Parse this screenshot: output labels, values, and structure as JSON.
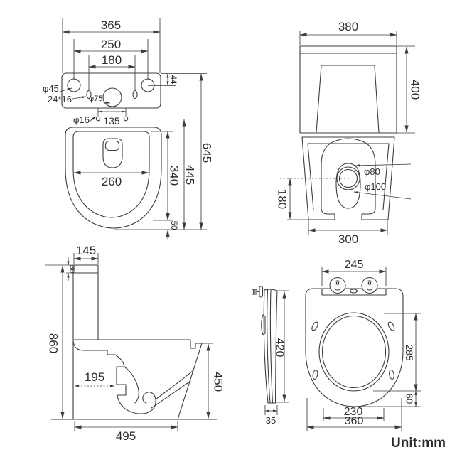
{
  "unit_label": "Unit:mm",
  "views": {
    "plan": {
      "overall_width": "365",
      "tank_hole_spacing": "250",
      "tank_hole_spacing_inner": "180",
      "hole_edge_offset": "44",
      "side_hole_dia": "φ45",
      "slot_size": "24*16",
      "center_hole_dia": "φ75",
      "fix_hole_dia": "φ16",
      "fix_hole_spacing": "135",
      "bowl_inner_width": "260",
      "bowl_inner_length": "340",
      "bowl_length": "445",
      "overall_length": "645",
      "front_rim": "50"
    },
    "front": {
      "tank_width": "380",
      "tank_height": "400",
      "inlet_dia": "φ80",
      "outlet_dia": "φ100",
      "outlet_height": "180",
      "base_width": "300"
    },
    "side": {
      "tank_depth": "145",
      "lid_height": "30",
      "overall_height": "860",
      "trap_setout": "195",
      "rim_height": "450",
      "overall_depth": "495"
    },
    "seat": {
      "hinge_plate_width": "245",
      "seat_length": "420",
      "seat_thickness": "35",
      "opening_length": "285",
      "front_margin": "60",
      "opening_width": "230",
      "seat_width": "360"
    }
  }
}
